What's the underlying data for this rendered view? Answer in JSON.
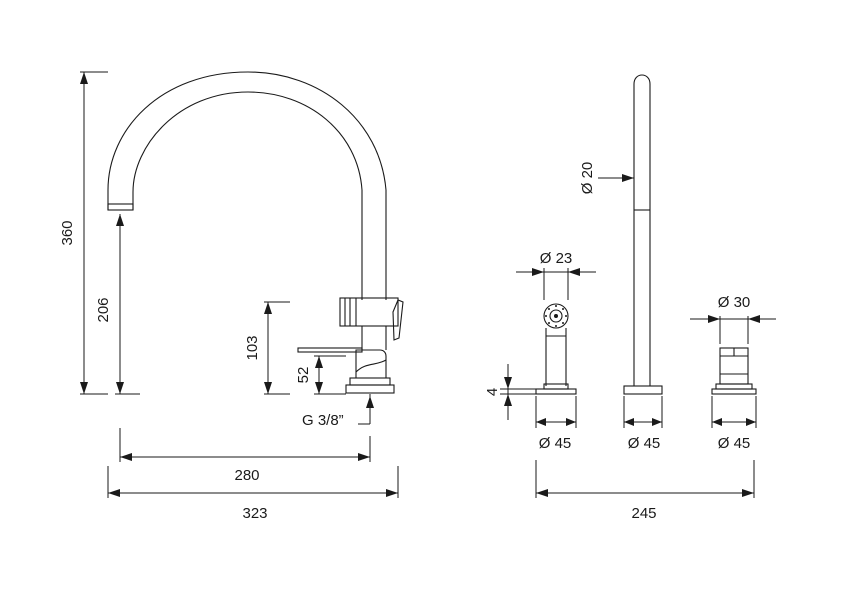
{
  "dimensions": {
    "total_height": "360",
    "spout_height": "206",
    "lever_height": "103",
    "base_height": "52",
    "thread": "G 3/8”",
    "spout_reach": "280",
    "total_width": "323",
    "spray_head_dia": "Ø 23",
    "hand_shower_dia": "Ø 20",
    "handle_dia": "Ø 30",
    "plate_thickness": "4",
    "base_dia_1": "Ø 45",
    "base_dia_2": "Ø 45",
    "base_dia_3": "Ø 45",
    "set_width": "245"
  }
}
